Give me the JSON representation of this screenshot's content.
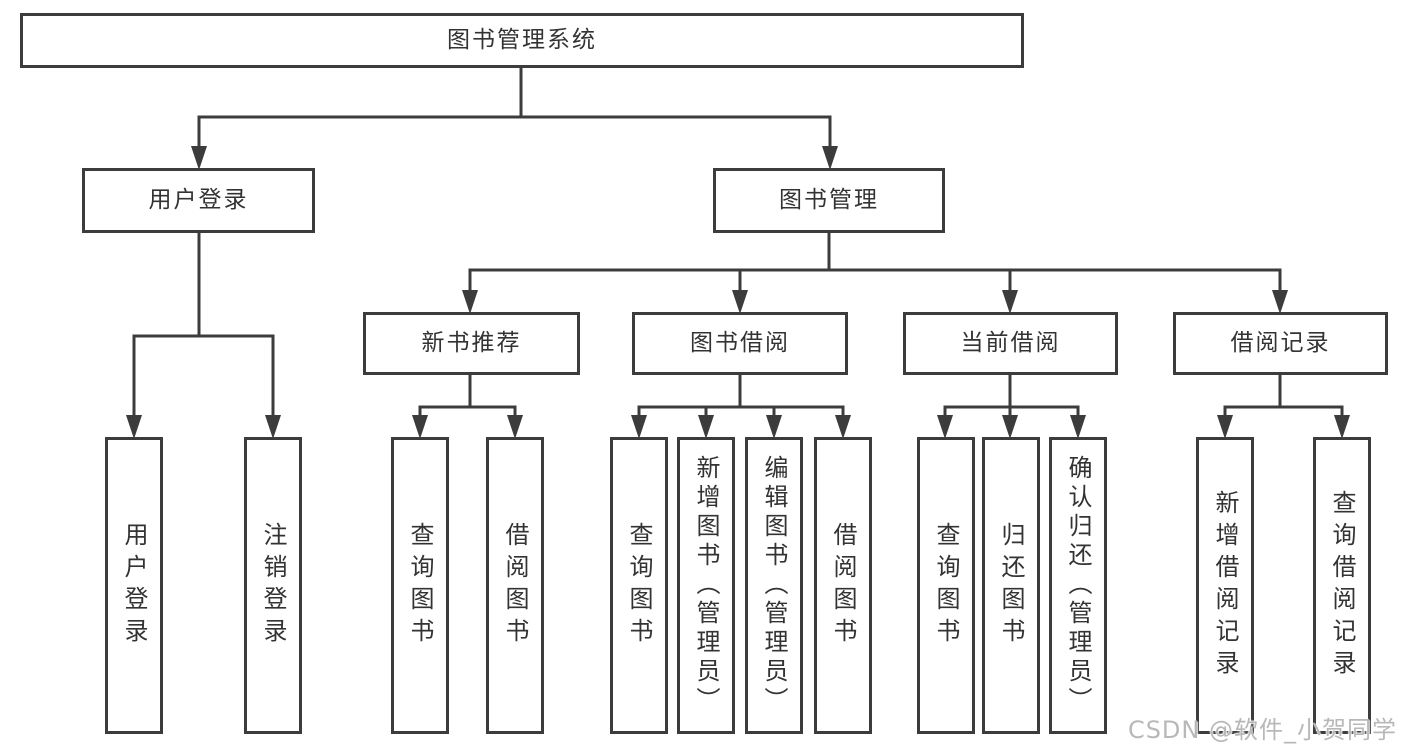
{
  "diagram": {
    "root_label": "图书管理系统",
    "level2": [
      {
        "label": "用户登录"
      },
      {
        "label": "图书管理"
      }
    ],
    "level3": [
      {
        "label": "新书推荐"
      },
      {
        "label": "图书借阅"
      },
      {
        "label": "当前借阅"
      },
      {
        "label": "借阅记录"
      }
    ],
    "leaves": {
      "user_login": [
        "用户登录",
        "注销登录"
      ],
      "new_book_rec": [
        "查询图书",
        "借阅图书"
      ],
      "book_borrow": [
        "查询图书",
        "新增图书（管理员）",
        "编辑图书（管理员）",
        "借阅图书"
      ],
      "current_borrow": [
        "查询图书",
        "归还图书",
        "确认归还（管理员）"
      ],
      "borrow_record": [
        "新增借阅记录",
        "查询借阅记录"
      ]
    }
  },
  "watermark": {
    "text": "CSDN @软件_小贺同学"
  },
  "colors": {
    "line": "#3c3c3c",
    "text": "#333333",
    "watermark": "#b8b8b8",
    "background": "#ffffff"
  }
}
